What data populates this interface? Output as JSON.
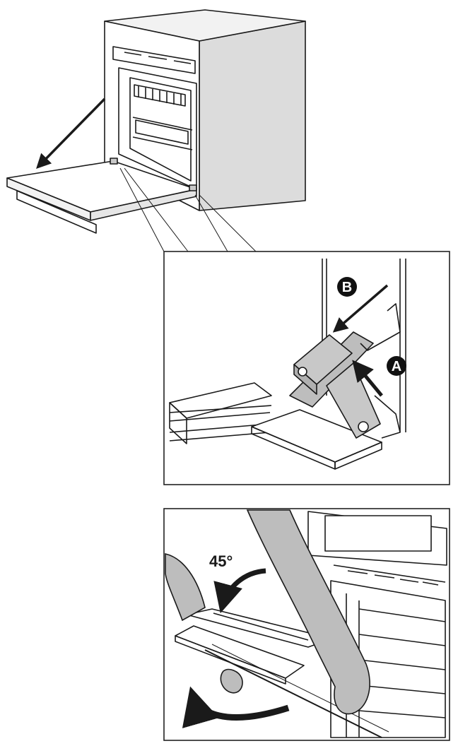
{
  "figure": {
    "callout_b": "B",
    "callout_a": "A",
    "angle_label": "45°"
  },
  "colors": {
    "line": "#1a1a1a",
    "panel_border": "#222222",
    "oven_side": "#dcdcdc",
    "oven_top": "#f2f2f2",
    "hinge_fill": "#c8c8c8",
    "arm_fill": "#bdbdbd",
    "callout_fill": "#111111",
    "callout_text": "#ffffff"
  },
  "icons": {
    "removal_arrow": "arrow-down-left-icon",
    "hinge_push_arrow": "arrow-up-left-icon",
    "lift_arrow": "arrow-curved-icon"
  }
}
